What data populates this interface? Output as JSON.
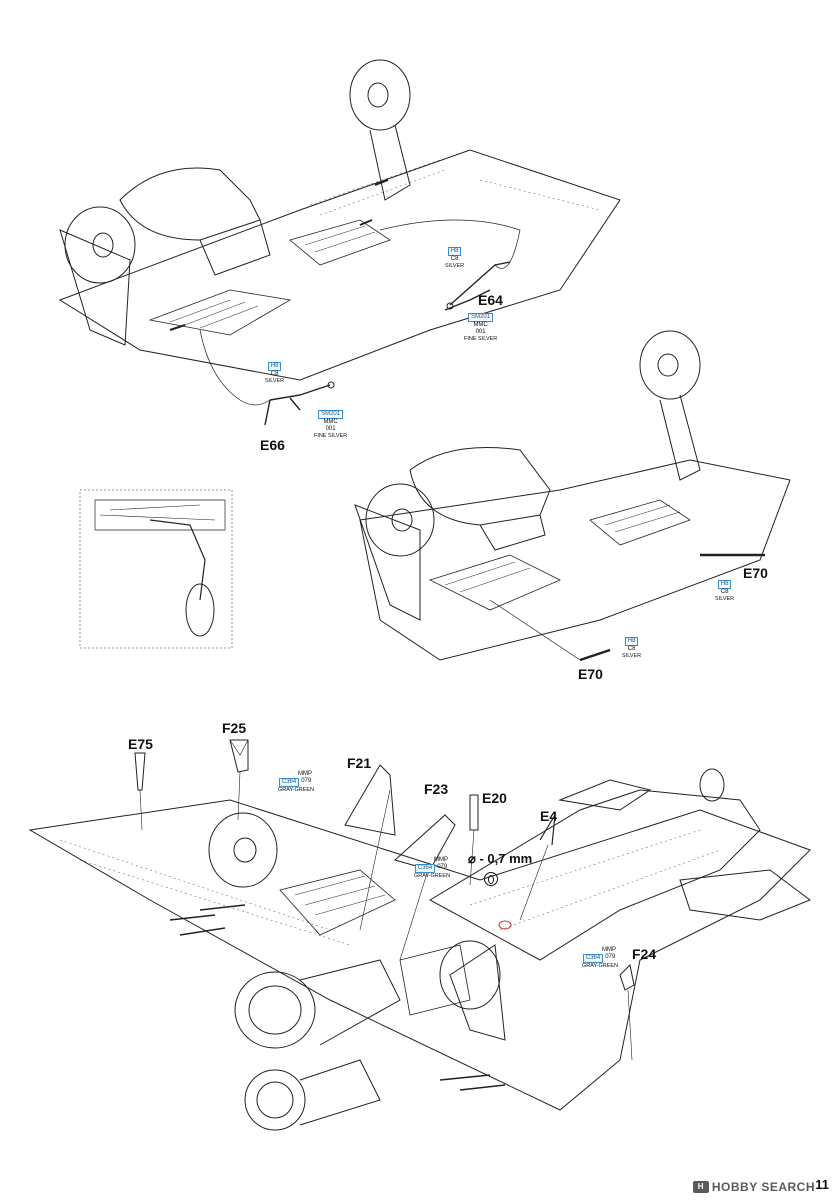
{
  "labels": {
    "e64": "E64",
    "e66": "E66",
    "e70_right": "E70",
    "e70_bottom": "E70",
    "e75": "E75",
    "f25": "F25",
    "f21": "F21",
    "f23": "F23",
    "e20": "E20",
    "e4": "E4",
    "f24": "F24"
  },
  "callouts": {
    "e64_silver": {
      "h": "H8",
      "c": "C8",
      "name": "SILVER"
    },
    "e64_fine": {
      "sm": "SM201",
      "mmc": "MMC",
      "num": "001",
      "name": "FINE SILVER"
    },
    "e66_silver": {
      "h": "H8",
      "c": "C8",
      "name": "SILVER"
    },
    "e66_fine": {
      "sm": "SM201",
      "mmc": "MMC",
      "num": "001",
      "name": "FINE SILVER"
    },
    "e70_right_silver": {
      "h": "H8",
      "c": "C8",
      "name": "SILVER"
    },
    "e70_bottom_silver": {
      "h": "H8",
      "c": "C8",
      "name": "SILVER"
    },
    "f25_gg": {
      "mmp": "MMP",
      "c": "C364",
      "num": "079",
      "name": "GRAY-GREEN"
    },
    "f23_gg": {
      "mmp": "MMP",
      "c": "C364",
      "num": "079",
      "name": "GRAY-GREEN"
    },
    "f24_gg": {
      "mmp": "MMP",
      "c": "C364",
      "num": "079",
      "name": "GRAY-GREEN"
    }
  },
  "drill": {
    "text": "- 0,7 mm",
    "symbol": "⌀"
  },
  "page_number": "11",
  "watermark": {
    "logo": "H",
    "text": "HOBBY SEARCH"
  },
  "colors": {
    "line": "#222222",
    "callout_border": "#3a8fd0",
    "callout_text": "#1a5f99"
  }
}
